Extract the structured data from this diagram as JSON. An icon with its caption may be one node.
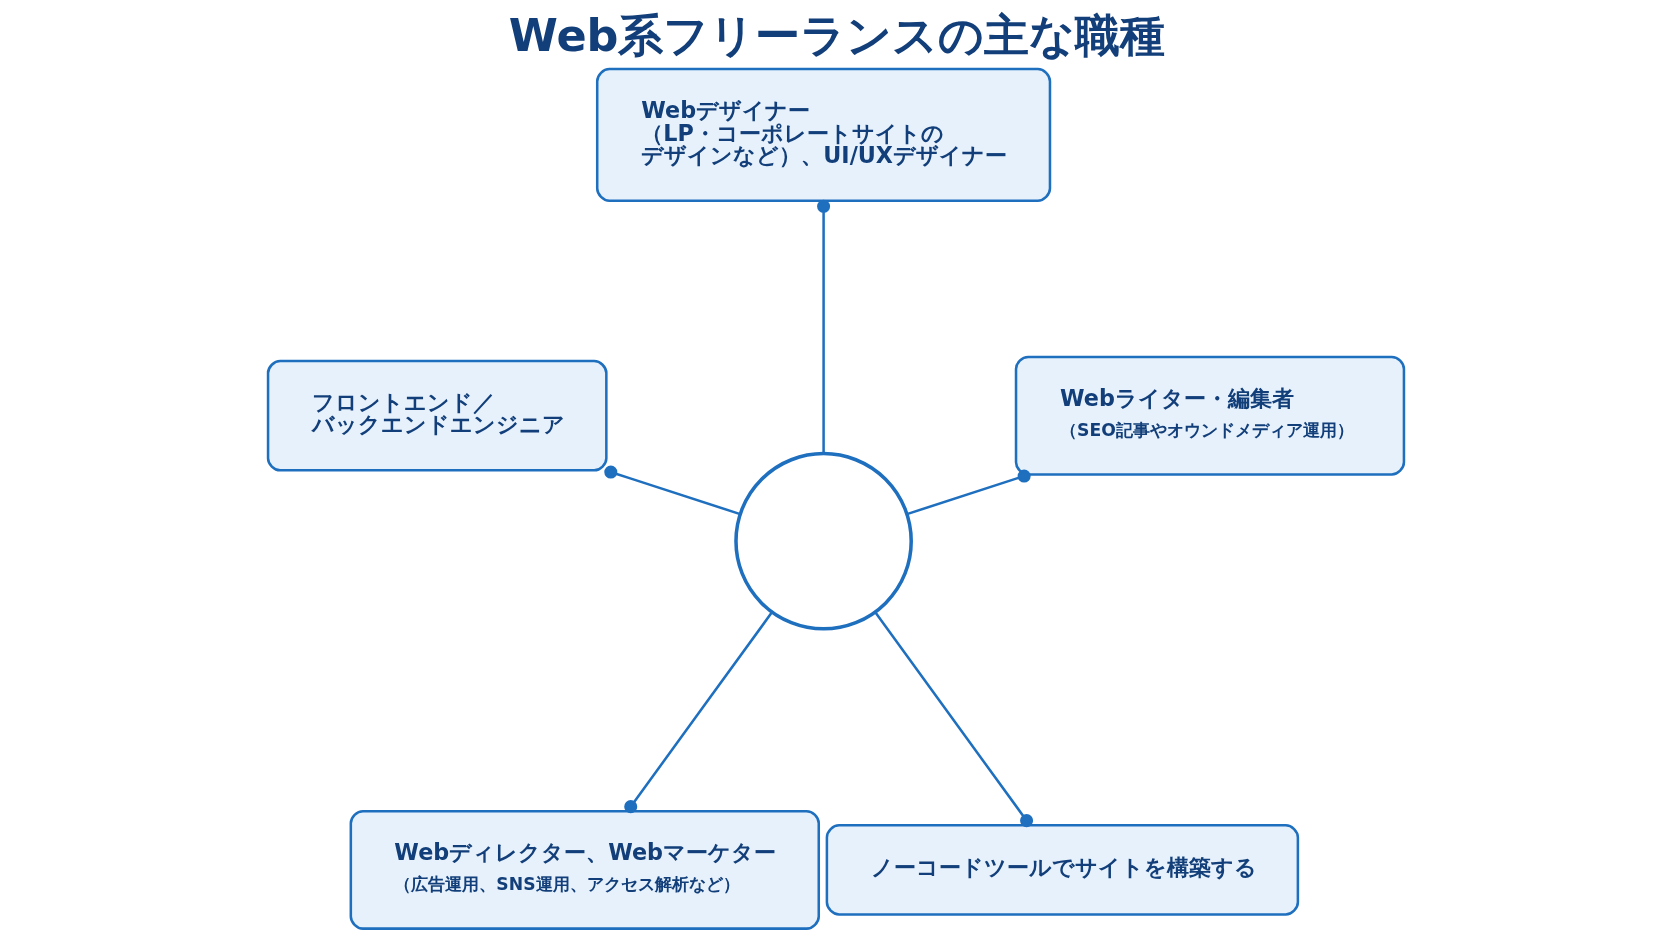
{
  "diagram": {
    "title": "Web系フリーランスの主な職種",
    "nodes": [
      {
        "text": [
          "Webデザイナー（LP・コーポレートサイトのデザインなど）、UI/UXデザイナー"
        ]
      },
      {
        "text": [
          "フロントエンド／バックエンドエンジニア"
        ]
      },
      {
        "text": [],
        "shape": "circle"
      },
      {
        "text": [
          "Webライター・編集者",
          "（SEO記事やオウンドメディア運用）"
        ]
      },
      {
        "text": [
          "Webディレクター、Webマーケター",
          "（広告運用、SNS運用、アクセス解析など）"
        ]
      },
      {
        "text": [
          "ノーコードツールでサイトを構築する"
        ]
      }
    ],
    "edges": [
      {
        "from": 2,
        "to": 0,
        "arrow": "other"
      },
      {
        "from": 2,
        "to": 1,
        "arrow": "other"
      },
      {
        "from": 2,
        "to": 4,
        "arrow": "other"
      },
      {
        "from": 2,
        "to": 5,
        "arrow": "other"
      },
      {
        "from": 2,
        "to": 3,
        "arrow": "other"
      }
    ]
  }
}
